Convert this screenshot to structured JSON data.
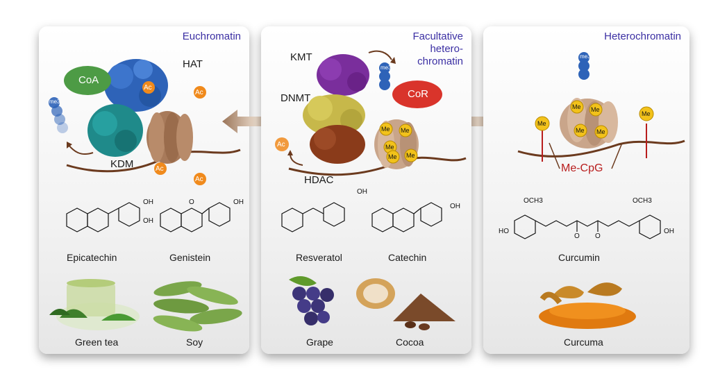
{
  "panels": {
    "euchromatin": {
      "title": "Euchromatin",
      "labels": {
        "coa": "CoA",
        "hat": "HAT",
        "kdm": "KDM",
        "ac": "Ac",
        "me3": "me3"
      },
      "compounds": [
        {
          "name": "Epicatechin",
          "oh": "OH"
        },
        {
          "name": "Genistein",
          "oh": "OH",
          "o": "O"
        }
      ],
      "foods": [
        "Green tea",
        "Soy"
      ]
    },
    "facultative": {
      "title_lines": [
        "Facultative",
        "hetero-",
        "chromatin"
      ],
      "labels": {
        "kmt": "KMT",
        "dnmt": "DNMT",
        "hdac": "HDAC",
        "cor": "CoR",
        "me": "Me",
        "me3": "me3",
        "ac": "Ac"
      },
      "compounds": [
        {
          "name": "Resveratol",
          "oh": "OH"
        },
        {
          "name": "Catechin",
          "oh": "OH"
        }
      ],
      "foods": [
        "Grape",
        "Cocoa"
      ]
    },
    "heterochromatin": {
      "title": "Heterochromatin",
      "labels": {
        "me": "Me",
        "mecpg": "Me-CpG",
        "me3": "me3",
        "och3": "OCH3",
        "o": "O",
        "ho": "HO",
        "oh": "OH"
      },
      "compounds": [
        {
          "name": "Curcumin"
        }
      ],
      "foods": [
        "Curcuma"
      ]
    }
  },
  "colors": {
    "title": "#3b2fa3",
    "hat": "#2e63b8",
    "kdm": "#1f8a8a",
    "coa": "#4d9b45",
    "cor": "#d9342b",
    "kmt": "#7a2e9c",
    "dnmt": "#c7b84a",
    "hdac": "#8a3b1a",
    "nucleosome": "#a87a5a",
    "acetyl": "#f08a1c",
    "methyl": "#f2c21b",
    "dna": "#6b3a1e",
    "mecpg": "#b81d1d"
  }
}
